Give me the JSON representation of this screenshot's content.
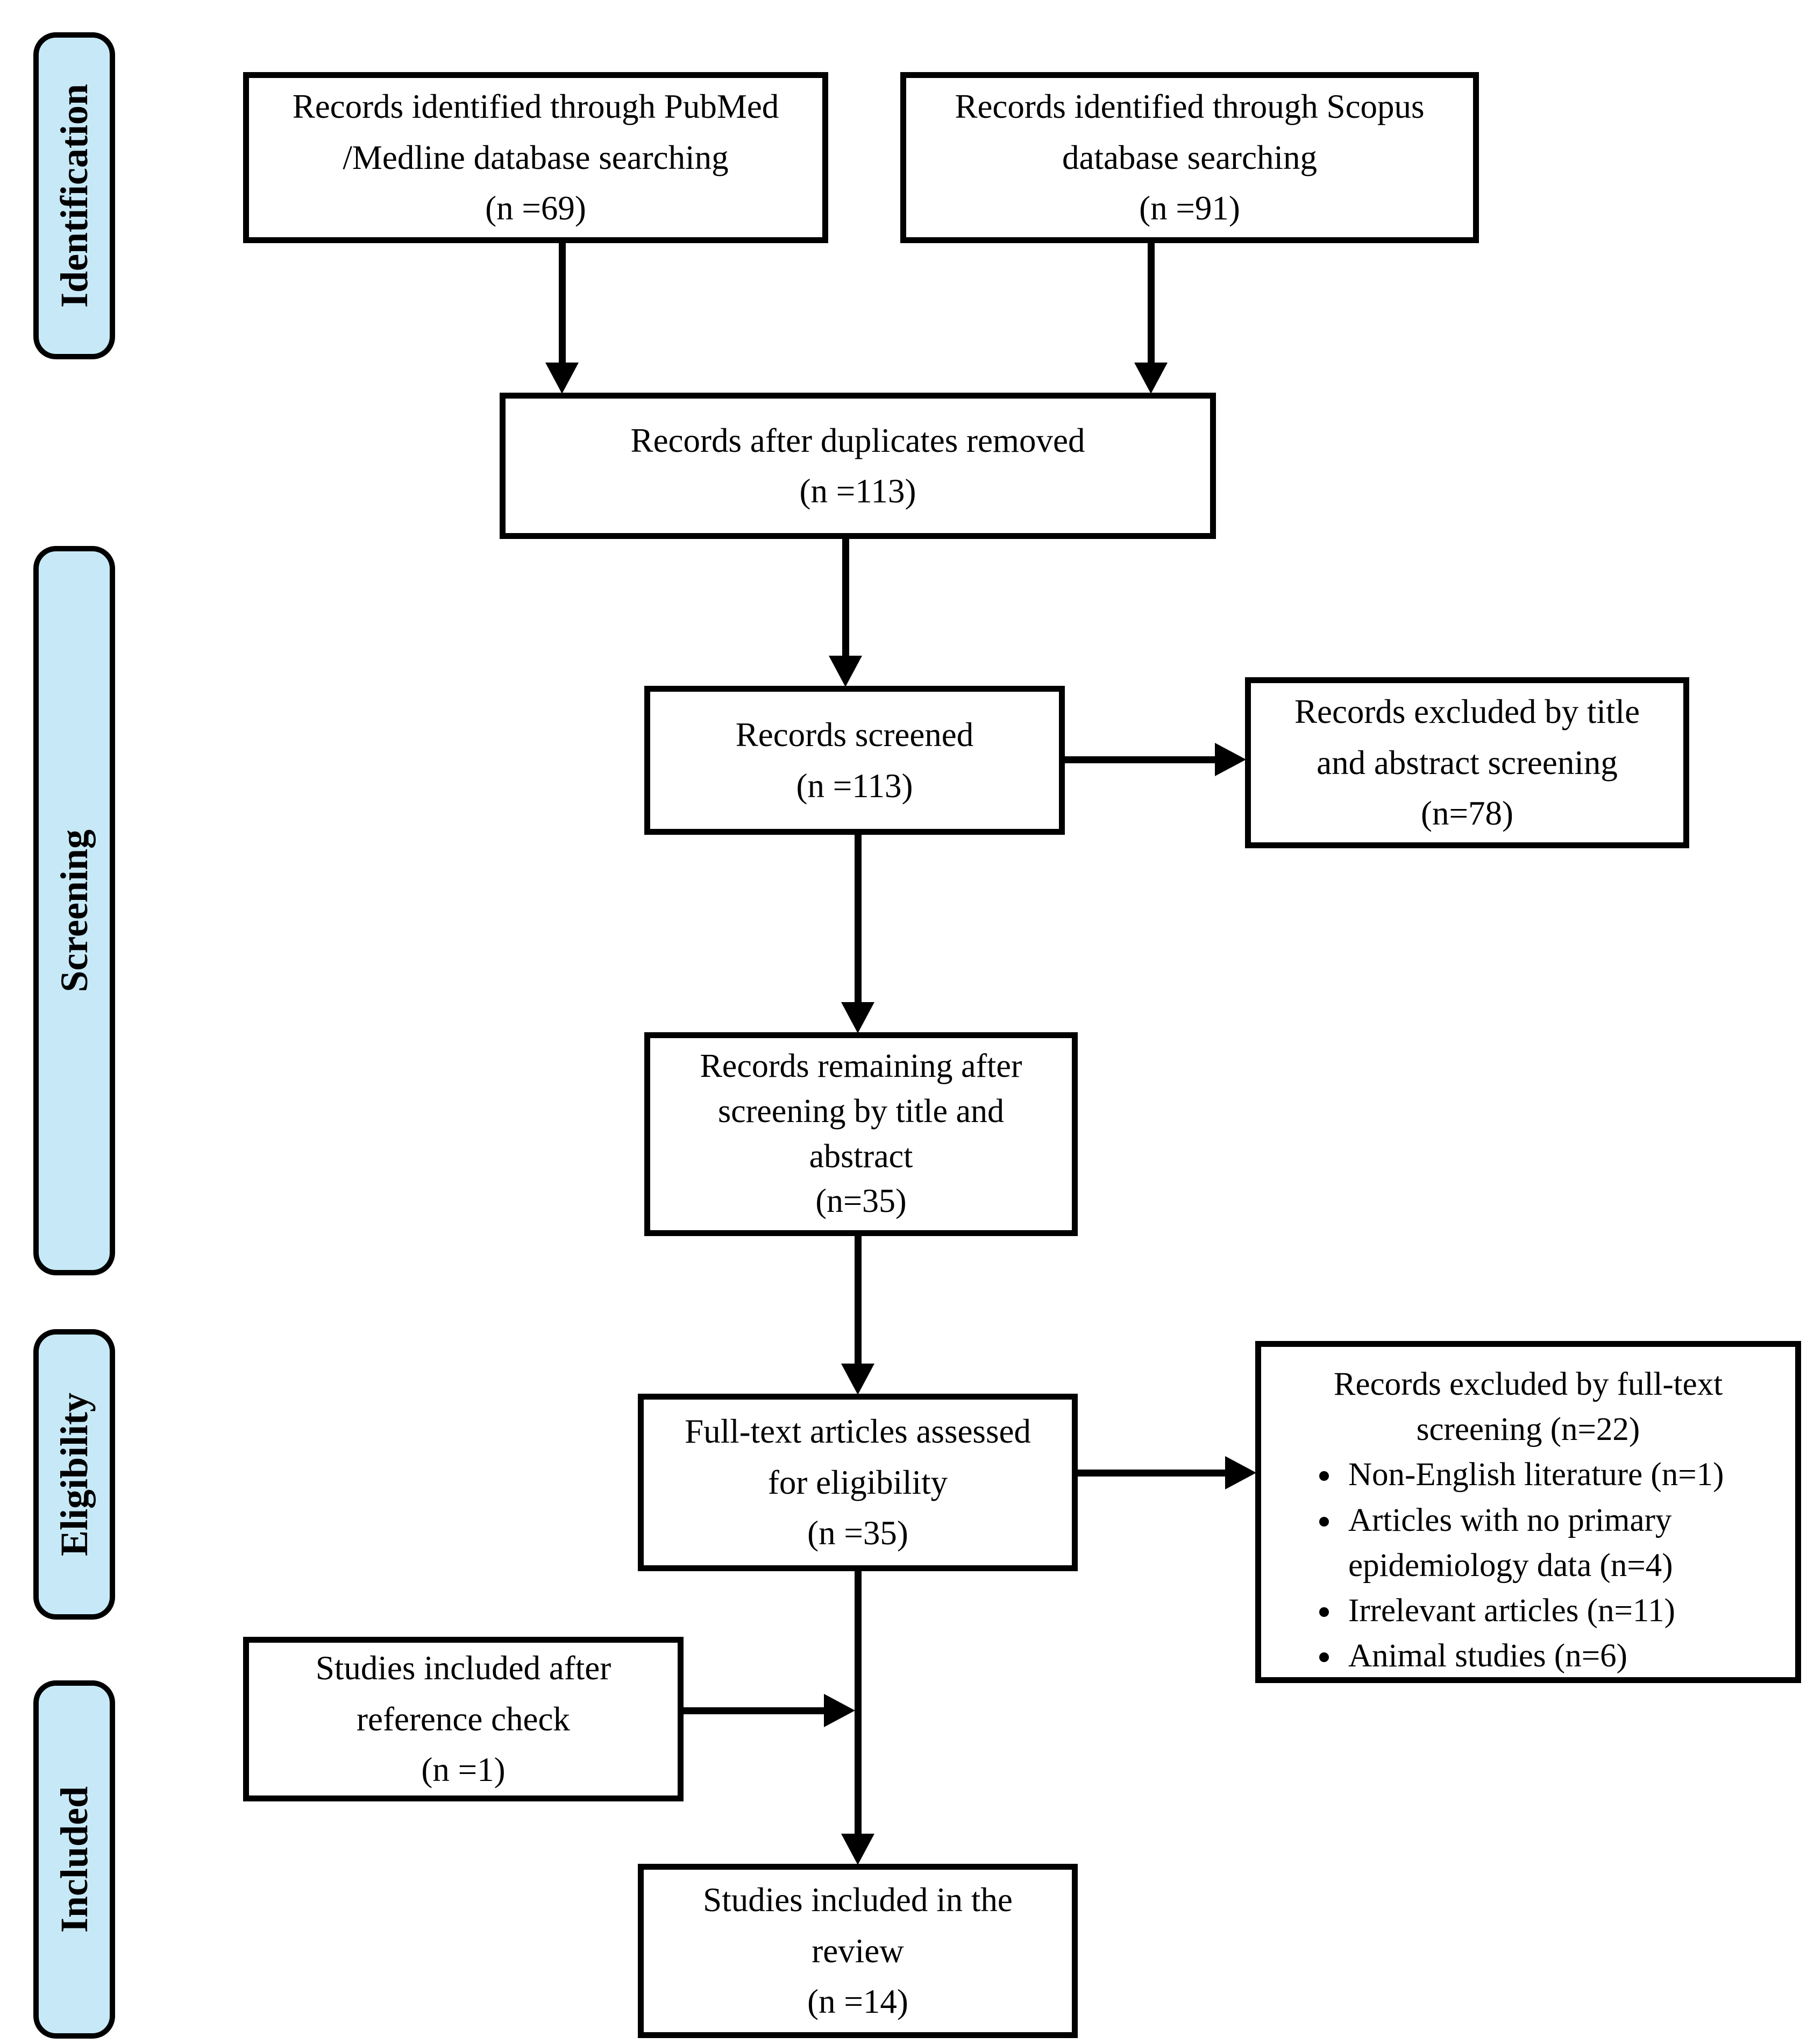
{
  "stages": {
    "identification": "Identification",
    "screening": "Screening",
    "eligibility": "Eligibility",
    "included": "Included"
  },
  "boxes": {
    "pubmed": {
      "lines": [
        "Records identified through PubMed",
        "/Medline database searching",
        "(n =69)"
      ]
    },
    "scopus": {
      "lines": [
        "Records identified through Scopus",
        "database searching",
        "(n =91)"
      ]
    },
    "duplicates": {
      "lines": [
        "Records after duplicates removed",
        "(n =113)"
      ]
    },
    "screened": {
      "lines": [
        "Records screened",
        "(n =113)"
      ]
    },
    "excluded_title": {
      "lines": [
        "Records excluded by title",
        "and abstract screening",
        "(n=78)"
      ]
    },
    "remaining": {
      "lines": [
        "Records remaining after",
        "screening by title and",
        "abstract",
        "(n=35)"
      ]
    },
    "fulltext": {
      "lines": [
        "Full-text articles assessed",
        "for eligibility",
        "(n =35)"
      ]
    },
    "excluded_fulltext": {
      "title_lines": [
        "Records excluded by full-text",
        "screening (n=22)"
      ],
      "items": [
        "Non-English literature (n=1)",
        "Articles with no primary epidemiology data (n=4)",
        "Irrelevant articles (n=11)",
        "Animal studies (n=6)"
      ]
    },
    "reference": {
      "lines": [
        "Studies included after",
        "reference check",
        "(n =1)"
      ]
    },
    "included_review": {
      "lines": [
        "Studies included in the",
        "review",
        "(n =14)"
      ]
    }
  },
  "connections": [
    "pubmed -> duplicates",
    "scopus -> duplicates",
    "duplicates -> screened",
    "screened -> excluded_title",
    "screened -> remaining",
    "remaining -> fulltext",
    "fulltext -> excluded_fulltext",
    "fulltext -> included_review",
    "reference -> included_review"
  ],
  "colors": {
    "stage_fill": "#c7e9f7",
    "border": "#000000"
  }
}
